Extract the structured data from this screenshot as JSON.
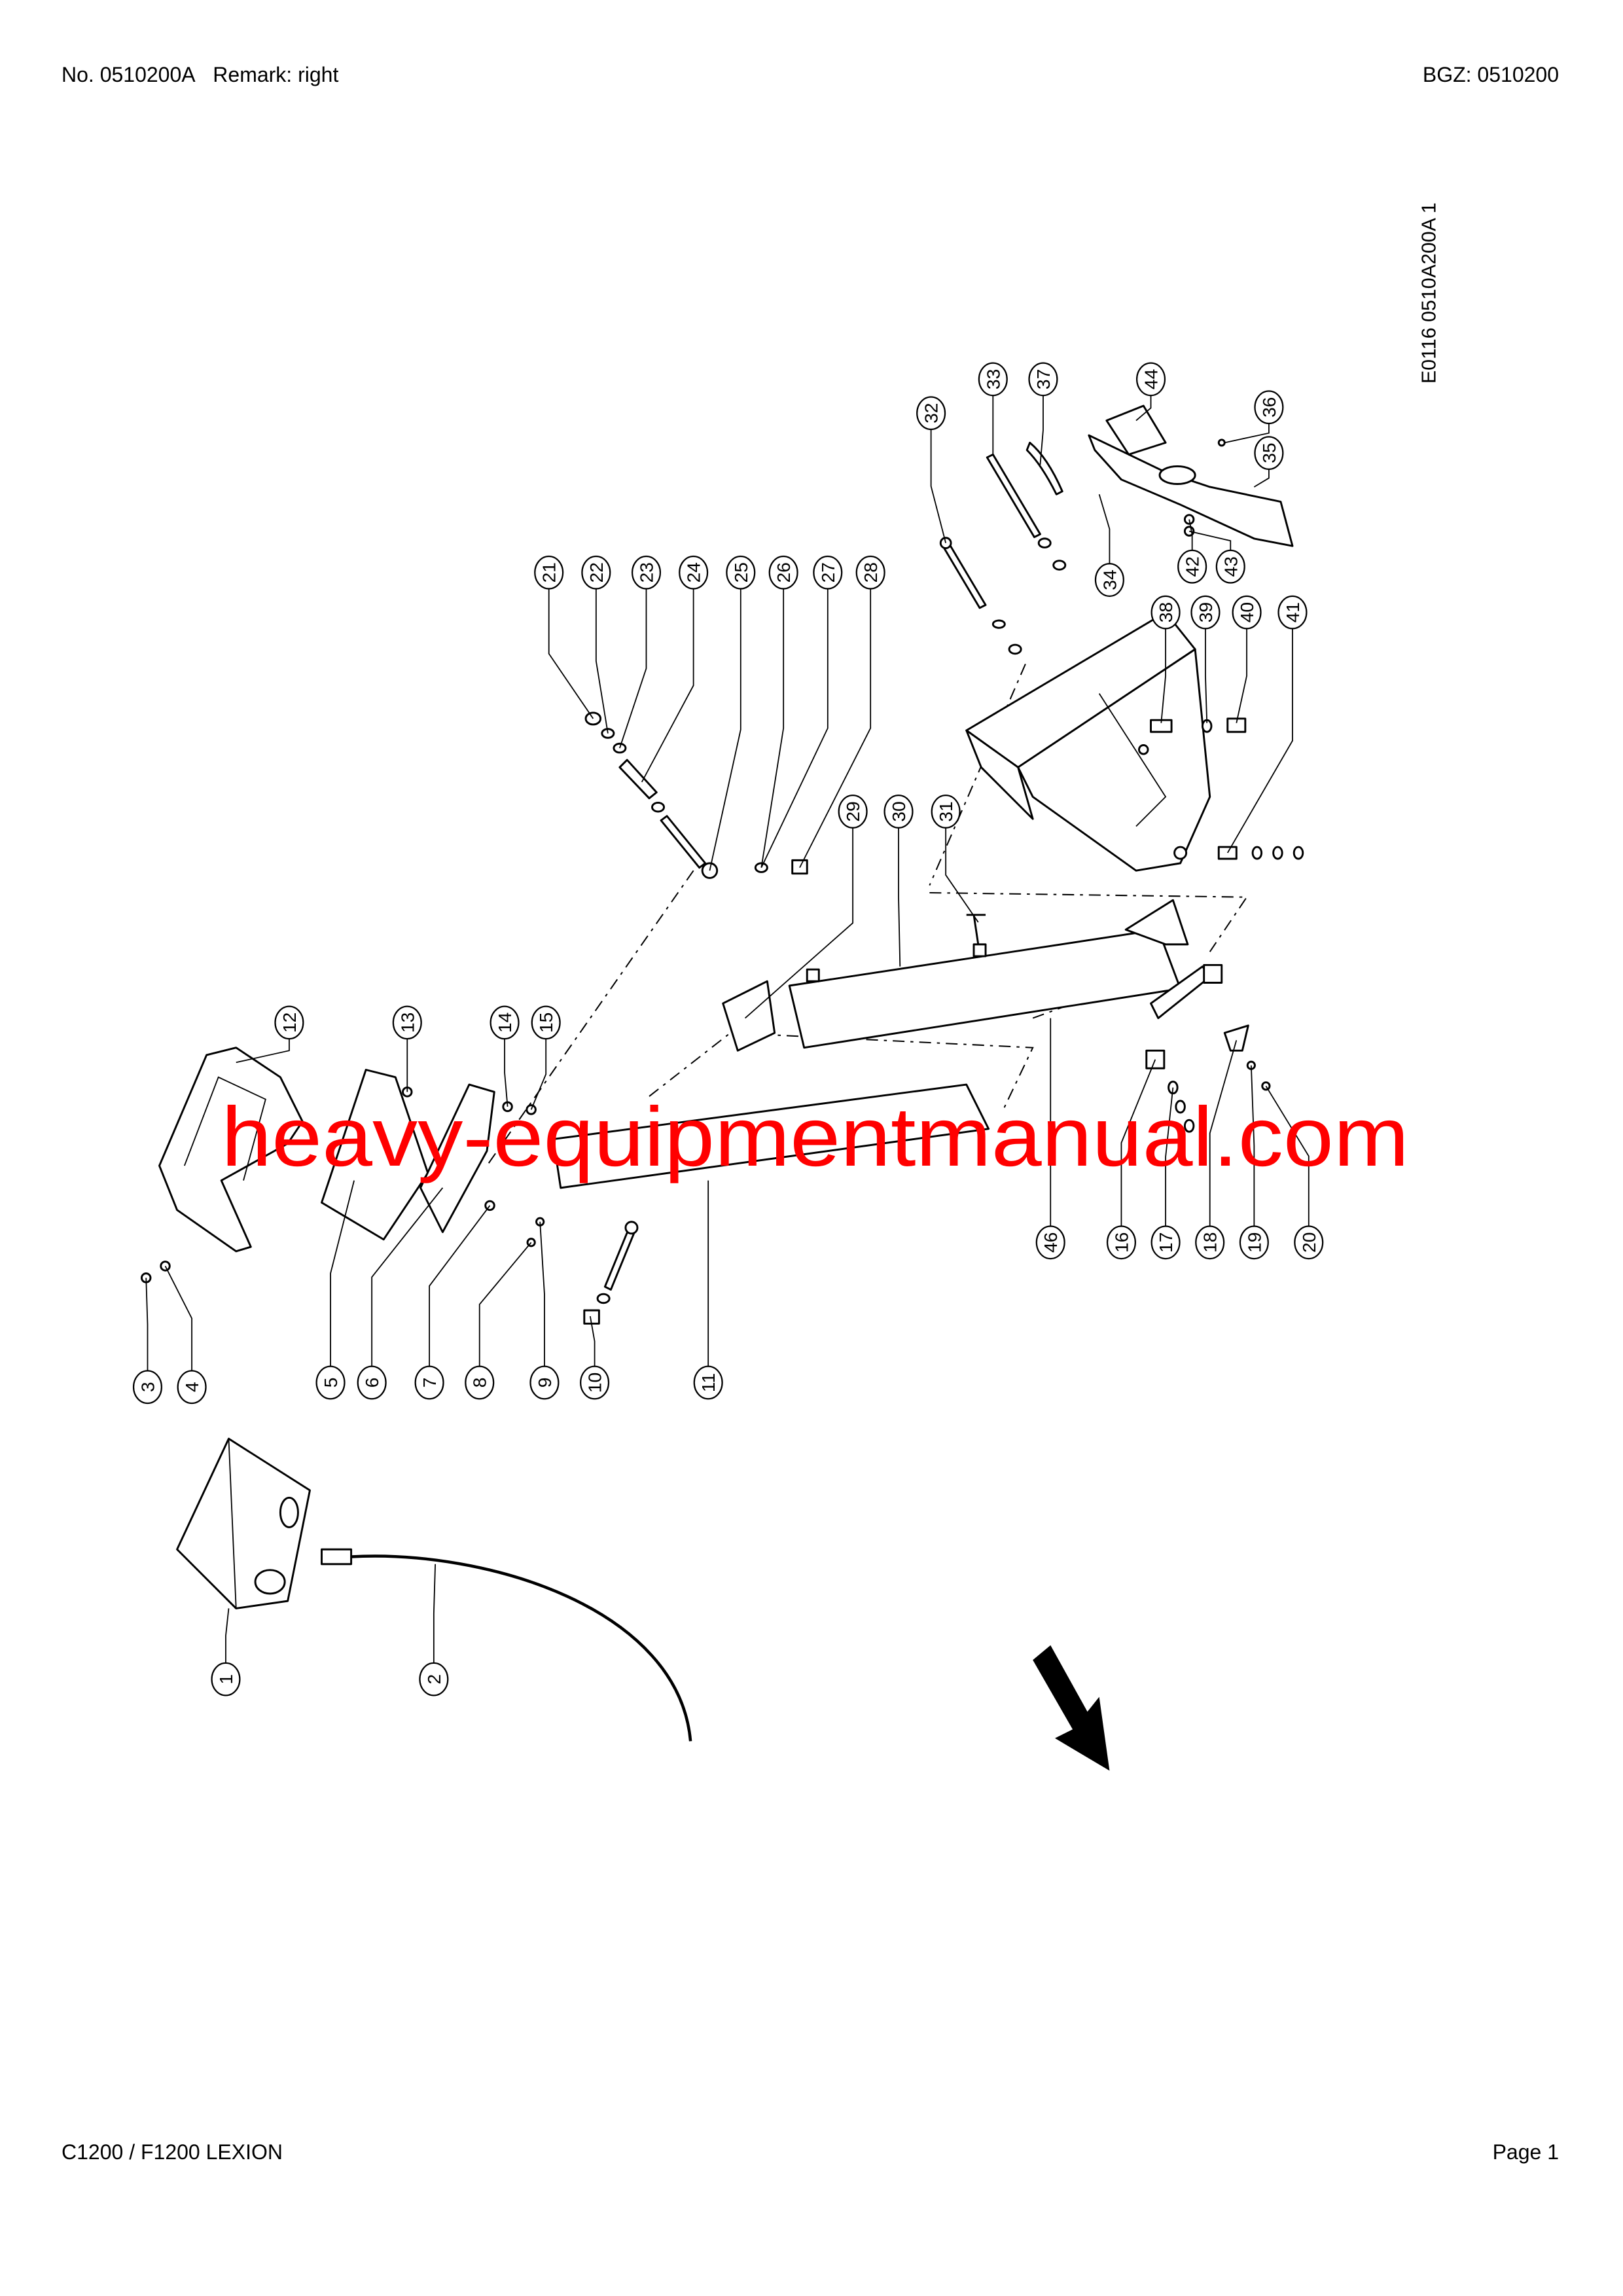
{
  "header": {
    "doc_no": "No. 0510200A",
    "remark": "Remark: right",
    "bgz": "BGZ: 0510200"
  },
  "footer": {
    "model": "C1200 / F1200 LEXION",
    "page": "Page 1"
  },
  "drawing_code": "E0116 0510A200A 1",
  "watermark": "heavy-equipmentmanual.com",
  "callouts": [
    "1",
    "2",
    "3",
    "4",
    "5",
    "6",
    "7",
    "8",
    "9",
    "10",
    "11",
    "12",
    "13",
    "14",
    "15",
    "16",
    "17",
    "18",
    "19",
    "20",
    "21",
    "22",
    "23",
    "24",
    "25",
    "26",
    "27",
    "28",
    "29",
    "30",
    "31",
    "32",
    "33",
    "34",
    "35",
    "36",
    "37",
    "38",
    "39",
    "40",
    "41",
    "42",
    "43",
    "44",
    "46"
  ]
}
